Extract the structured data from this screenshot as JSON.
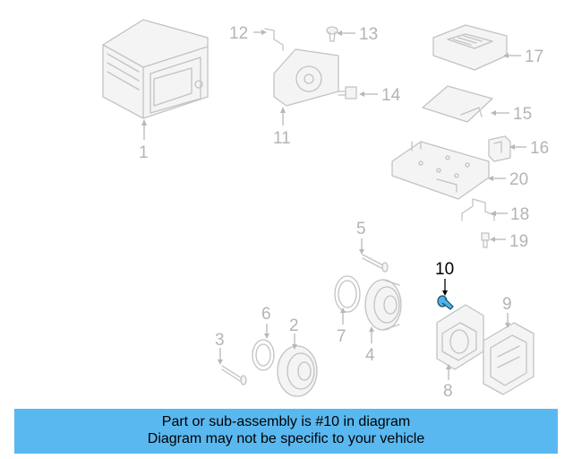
{
  "diagram": {
    "highlighted_part": "10",
    "highlight_color": "#4fb3e8",
    "callouts": [
      "1",
      "2",
      "3",
      "4",
      "5",
      "6",
      "7",
      "8",
      "9",
      "10",
      "11",
      "12",
      "13",
      "14",
      "15",
      "16",
      "17",
      "18",
      "19",
      "20"
    ]
  },
  "banner": {
    "line1": "Part or sub-assembly is #10 in diagram",
    "line2": "Diagram may not be specific to your vehicle",
    "color": "#5ab8f0"
  }
}
